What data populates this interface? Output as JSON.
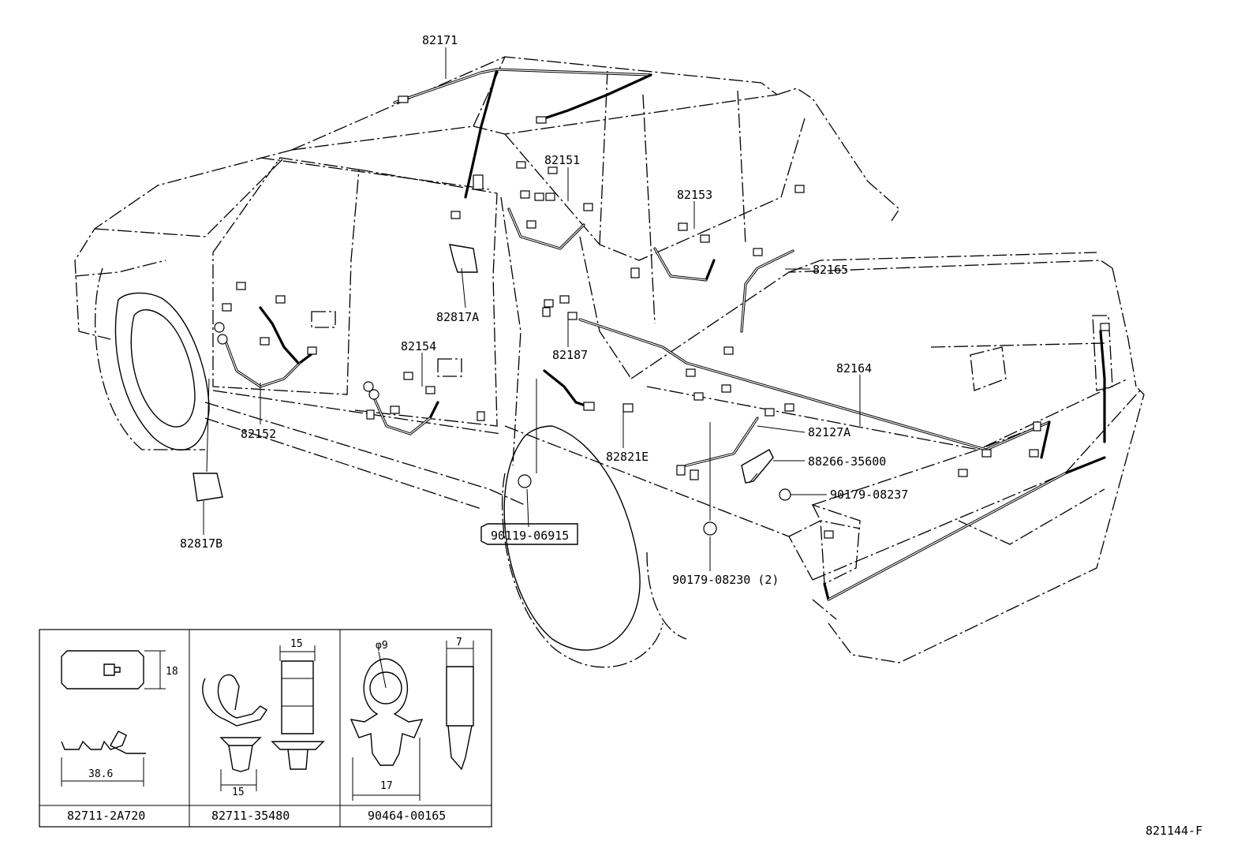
{
  "figure_code": "821144-F",
  "callouts": {
    "p82171": "82171",
    "p82151": "82151",
    "p82153": "82153",
    "p82165": "82165",
    "p82164": "82164",
    "p82817A": "82817A",
    "p82154": "82154",
    "p82187": "82187",
    "p82152": "82152",
    "p82127A": "82127A",
    "p88266": "88266-35600",
    "p82821E": "82821E",
    "p90179_08237": "90179-08237",
    "p90119": "90119-06915",
    "p90179_08230": "90179-08230 (2)",
    "p82817B": "82817B"
  },
  "detail_table": {
    "col1": {
      "part": "82711-2A720",
      "dim_height": "18",
      "dim_length": "38.6"
    },
    "col2": {
      "part": "82711-35480",
      "dim_top": "15",
      "dim_bottom": "15"
    },
    "col3": {
      "part": "90464-00165",
      "dim_hole": "φ9",
      "dim_top": "7",
      "dim_bottom": "17"
    }
  }
}
